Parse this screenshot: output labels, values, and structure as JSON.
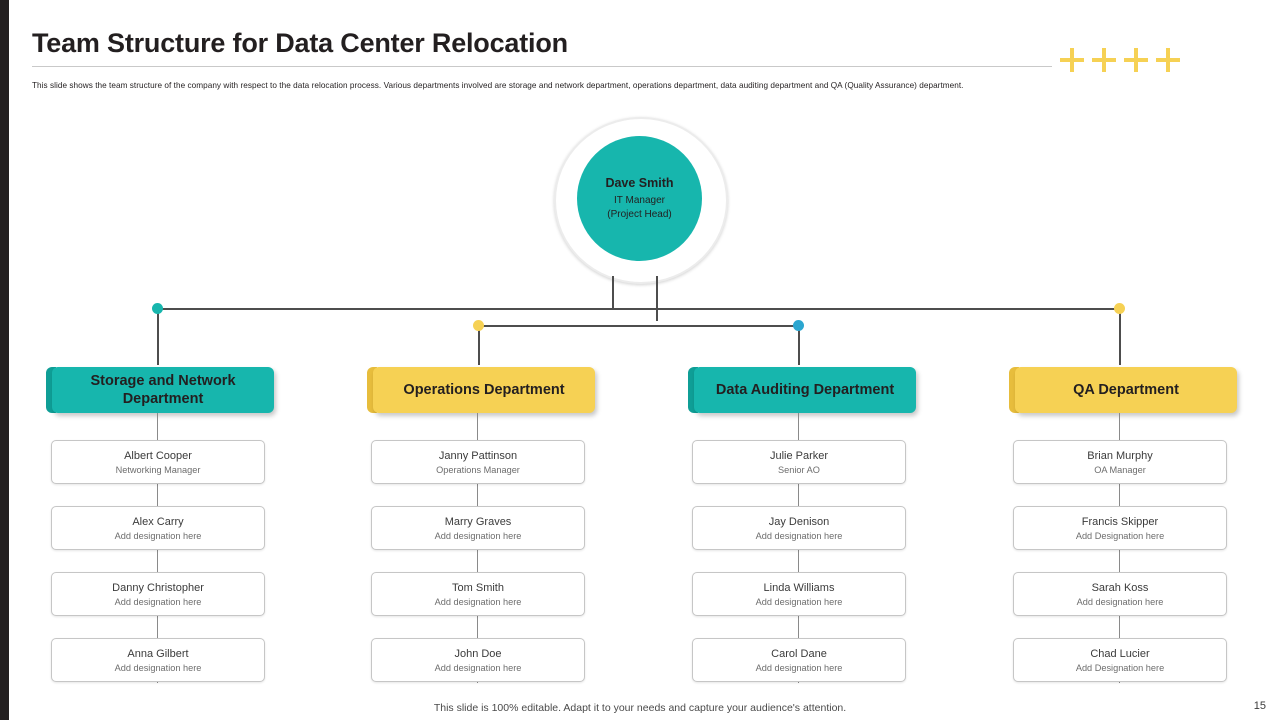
{
  "header": {
    "title": "Team Structure for Data Center Relocation",
    "subtitle": "This slide shows the team structure of the company with respect to the data relocation process. Various departments involved are storage and network department, operations department, data auditing department and QA (Quality Assurance) department."
  },
  "colors": {
    "teal": "#17b6ad",
    "yellow": "#f6d154",
    "dark": "#231f20"
  },
  "root": {
    "name": "Dave Smith",
    "role_line1": "IT Manager",
    "role_line2": "(Project Head)"
  },
  "departments": [
    {
      "title": "Storage and Network Department",
      "color": "#17b6ad",
      "dot_color": "#17b6ad",
      "members": [
        {
          "name": "Albert Cooper",
          "role": "Networking Manager"
        },
        {
          "name": "Alex Carry",
          "role": "Add designation here"
        },
        {
          "name": "Danny Christopher",
          "role": "Add designation here"
        },
        {
          "name": "Anna Gilbert",
          "role": "Add designation here"
        }
      ]
    },
    {
      "title": "Operations Department",
      "color": "#f6d154",
      "dot_color": "#f6d154",
      "members": [
        {
          "name": "Janny Pattinson",
          "role": "Operations Manager"
        },
        {
          "name": "Marry Graves",
          "role": "Add designation here"
        },
        {
          "name": "Tom Smith",
          "role": "Add designation here"
        },
        {
          "name": "John Doe",
          "role": "Add designation here"
        }
      ]
    },
    {
      "title": "Data Auditing Department",
      "color": "#17b6ad",
      "dot_color": "#2ba6d0",
      "members": [
        {
          "name": "Julie Parker",
          "role": "Senior AO"
        },
        {
          "name": "Jay Denison",
          "role": "Add designation here"
        },
        {
          "name": "Linda Williams",
          "role": "Add designation here"
        },
        {
          "name": "Carol Dane",
          "role": "Add designation here"
        }
      ]
    },
    {
      "title": "QA Department",
      "color": "#f6d154",
      "dot_color": "#f6d154",
      "members": [
        {
          "name": "Brian Murphy",
          "role": "OA Manager"
        },
        {
          "name": "Francis Skipper",
          "role": "Add Designation here"
        },
        {
          "name": "Sarah Koss",
          "role": "Add designation here"
        },
        {
          "name": "Chad Lucier",
          "role": "Add Designation here"
        }
      ]
    }
  ],
  "footer": {
    "note": "This slide is 100% editable. Adapt it to your needs and capture your audience's attention.",
    "page": "15"
  }
}
